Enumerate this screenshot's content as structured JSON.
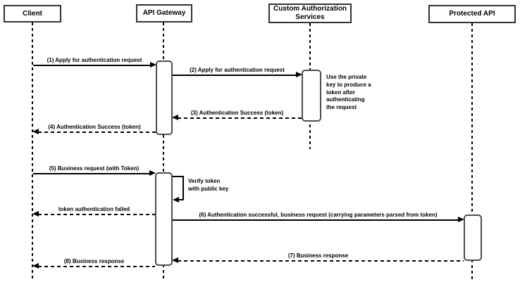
{
  "diagram": {
    "type": "sequence-diagram",
    "colors": {
      "background": "#ffffff",
      "line": "#000000",
      "box_border": "#333333",
      "box_fill": "#ffffff"
    },
    "participants": [
      {
        "label": "Client"
      },
      {
        "label": "API Gateway"
      },
      {
        "label": "Custom Authorization\nServices"
      },
      {
        "label": "Protected API"
      }
    ],
    "messages": [
      {
        "label": "(1) Apply for authentication request",
        "from": "Client",
        "to": "API Gateway",
        "line": "solid"
      },
      {
        "label": "(2) Apply for authentication request",
        "from": "API Gateway",
        "to": "Custom Authorization Services",
        "line": "solid"
      },
      {
        "label": "(3) Authentication Success (token)",
        "from": "Custom Authorization Services",
        "to": "API Gateway",
        "line": "dashed"
      },
      {
        "label": "(4) Authentication Success (token)",
        "from": "API Gateway",
        "to": "Client",
        "line": "dashed"
      },
      {
        "label": "(5) Business request (with Token)",
        "from": "Client",
        "to": "API Gateway",
        "line": "solid"
      },
      {
        "label": "Verify token\nwith public key",
        "from": "API Gateway",
        "to": "API Gateway",
        "line": "solid",
        "self": true
      },
      {
        "label": "token authentication failed",
        "from": "API Gateway",
        "to": "Client",
        "line": "dashed"
      },
      {
        "label": "(6) Authentication successful, business request (carrying parameters parsed from token)",
        "from": "API Gateway",
        "to": "Protected API",
        "line": "solid"
      },
      {
        "label": "(7) Business response",
        "from": "Protected API",
        "to": "API Gateway",
        "line": "dashed"
      },
      {
        "label": "(8) Business response",
        "from": "API Gateway",
        "to": "Client",
        "line": "dashed"
      }
    ],
    "notes": [
      {
        "label": "Use the private\nkey to produce a\ntoken after\nauthenticating\nthe request",
        "attached_to": "Custom Authorization Services"
      }
    ]
  }
}
